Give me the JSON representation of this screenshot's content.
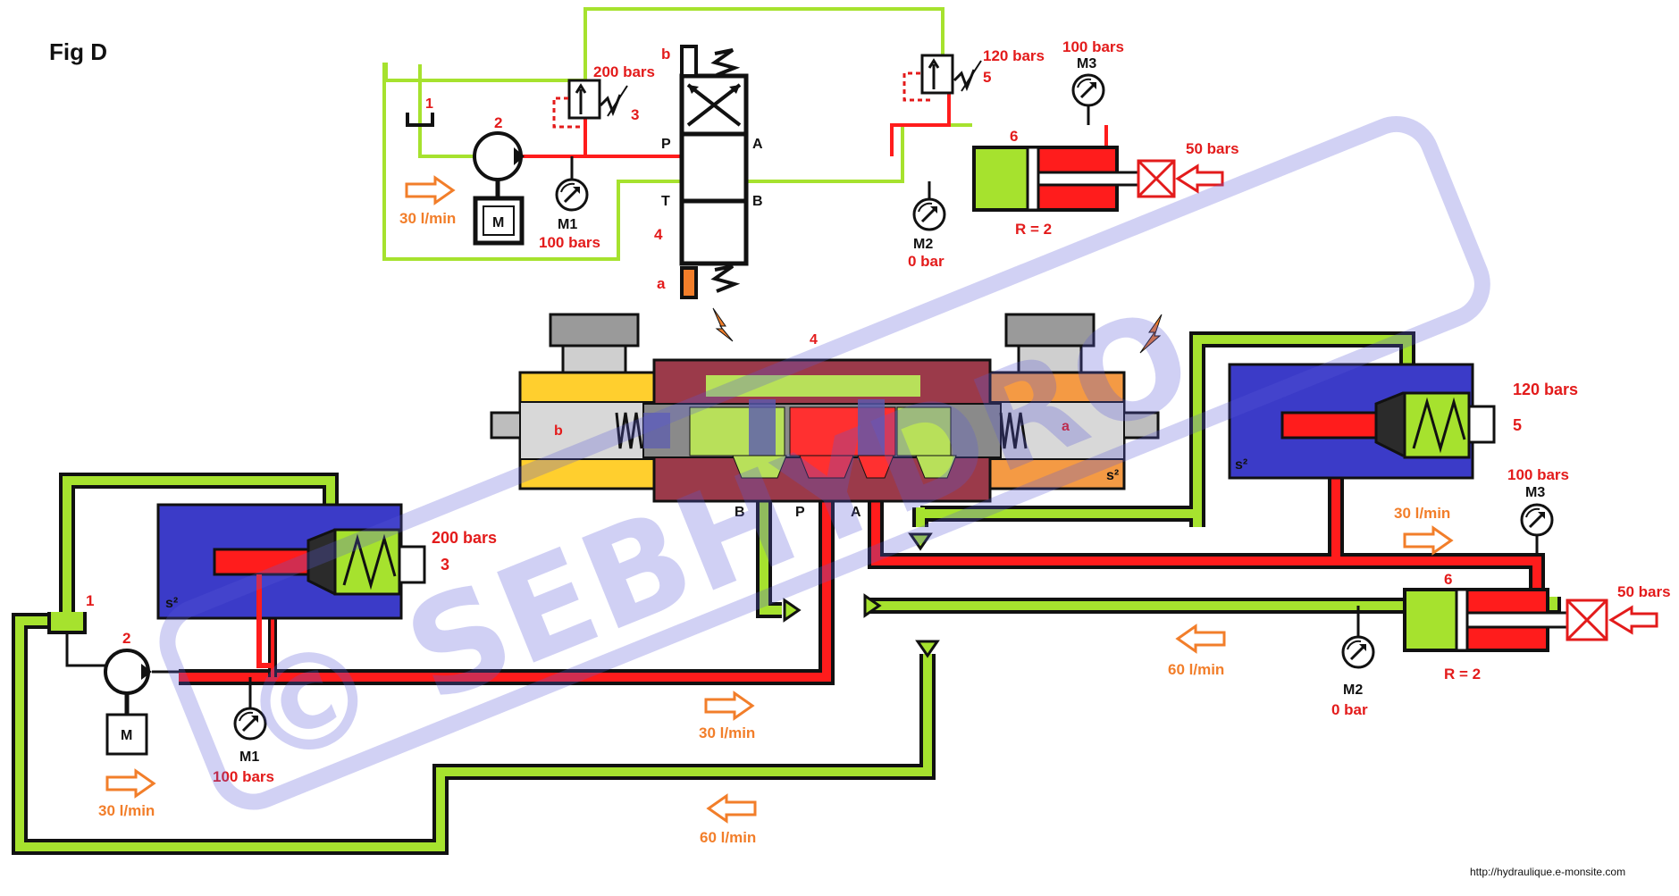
{
  "figure": {
    "title": "Fig D",
    "watermark": "© SEBHYDRO",
    "footer_url": "http://hydraulique.e-monsite.com"
  },
  "colors": {
    "pressure_line": "#ff1c1c",
    "return_line": "#a6e22e",
    "flow_arrow": "#f27e2a",
    "label_red": "#e31b1b",
    "spool_body": "#9b3a4a",
    "cylinder_piston": "#a6e22e",
    "valve_block": "#3b3bc8"
  },
  "icons": [
    "pump-icon",
    "motor-icon",
    "pressure-gauge-icon",
    "relief-valve-icon",
    "spring-icon",
    "solenoid-icon",
    "tank-icon",
    "load-icon",
    "flow-arrow-icon",
    "lightning-icon"
  ],
  "symbol": {
    "tank": "1",
    "pump": "2",
    "relief_valve_200": {
      "number": "3",
      "pressure": "200 bars"
    },
    "directional_valve": {
      "number": "4",
      "ports": {
        "P": "P",
        "A": "A",
        "T": "T",
        "B": "B"
      },
      "side_b": "b",
      "side_a": "a"
    },
    "relief_valve_120": {
      "number": "5",
      "pressure": "120 bars"
    },
    "cylinder": {
      "number": "6",
      "ratio": "R = 2"
    },
    "motor": "M",
    "gauges": {
      "m1": {
        "name": "M1",
        "value": "100 bars"
      },
      "m2": {
        "name": "M2",
        "value": "0 bar"
      },
      "m3": {
        "name": "M3",
        "value": "100 bars"
      }
    },
    "load": "50 bars",
    "flow": "30 l/min"
  },
  "section": {
    "valve_number": "4",
    "side_b": "b",
    "side_a": "a",
    "ports": {
      "B": "B",
      "P": "P",
      "A": "A"
    },
    "s2_left": "s²",
    "s2_block_left": "s²",
    "s2_block_right": "s²",
    "relief_200": {
      "pressure": "200 bars",
      "number": "3"
    },
    "relief_120": {
      "pressure": "120 bars",
      "number": "5"
    },
    "tank": "1",
    "pump": "2",
    "motor": "M",
    "cylinder": {
      "number": "6",
      "ratio": "R = 2"
    },
    "gauges": {
      "m1": {
        "name": "M1",
        "value": "100 bars"
      },
      "m2": {
        "name": "M2",
        "value": "0 bar"
      },
      "m3": {
        "name": "M3",
        "value": "100 bars"
      }
    },
    "load": "50 bars",
    "flows": {
      "pump_out": "30 l/min",
      "pressure_line": "30 l/min",
      "cylinder_in": "30 l/min",
      "cylinder_return": "60 l/min",
      "tank_return": "60 l/min"
    }
  }
}
